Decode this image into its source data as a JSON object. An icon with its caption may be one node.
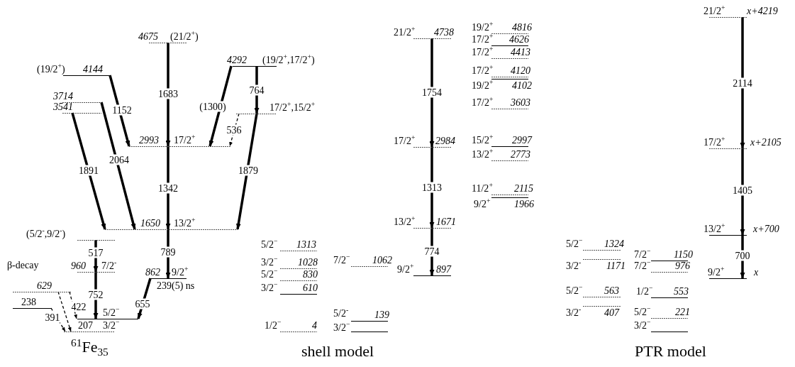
{
  "diagram": {
    "nodes": [
      {
        "text": [
          "4675",
          "(21/2$^{+}$)"
        ]
      },
      {
        "text": [
          "(19/2$^{+}$)",
          "4144"
        ]
      },
      {
        "text": [
          "4292",
          "(19/2$^{+}$,17/2$^{+}$)"
        ]
      },
      {
        "text": [
          "3714"
        ]
      },
      {
        "text": [
          "3541"
        ]
      },
      {
        "text": [
          "17/2$^{+}$,15/2$^{+}$"
        ]
      },
      {
        "text": [
          "2993",
          "17/2$^{+}$"
        ]
      },
      {
        "text": [
          "1650",
          "13/2$^{+}$"
        ]
      },
      {
        "text": [
          "(5/2$^{-}$,9/2$^{-}$)"
        ]
      },
      {
        "text": [
          "960",
          "7/2$^{-}$"
        ]
      },
      {
        "text": [
          "862",
          "9/2$^{+}$",
          "239(5) ns"
        ]
      },
      {
        "text": [
          "629"
        ]
      },
      {
        "text": [
          "238"
        ]
      },
      {
        "text": [
          "5/2$^{−}$"
        ]
      },
      {
        "text": [
          "207",
          "3/2$^{−}$"
        ]
      },
      {
        "text": [
          "5/2$^{−}$",
          "1313"
        ]
      },
      {
        "text": [
          "3/2$^{−}$",
          "1028"
        ]
      },
      {
        "text": [
          "5/2$^{−}$",
          "830"
        ]
      },
      {
        "text": [
          "3/2$^{−}$",
          "610"
        ]
      },
      {
        "text": [
          "1/2$^{−}$",
          "4"
        ]
      },
      {
        "text": [
          "7/2$^{−}$",
          "1062"
        ]
      },
      {
        "text": [
          "5/2$^{-}$",
          "139"
        ]
      },
      {
        "text": [
          "3/2$^{−}$"
        ]
      },
      {
        "text": [
          "21/2$^{+}$",
          "4738"
        ]
      },
      {
        "text": [
          "17/2$^{+}$",
          "2984"
        ]
      },
      {
        "text": [
          "13/2$^{+}$",
          "1671"
        ]
      },
      {
        "text": [
          "9/2$^{+}$",
          "897"
        ]
      },
      {
        "text": [
          "19/2$^{+}$",
          "4816"
        ]
      },
      {
        "text": [
          "17/2$^{+}$",
          "4626"
        ]
      },
      {
        "text": [
          "17/2$^{+}$",
          "4413"
        ]
      },
      {
        "text": [
          "17/2$^{+}$",
          "4120"
        ]
      },
      {
        "text": [
          "19/2$^{+}$",
          "4102"
        ]
      },
      {
        "text": [
          "17/2$^{+}$",
          "3603"
        ]
      },
      {
        "text": [
          "15/2$^{+}$",
          "2997"
        ]
      },
      {
        "text": [
          "13/2$^{+}$",
          "2773"
        ]
      },
      {
        "text": [
          "11/2$^{+}$",
          "2115"
        ]
      },
      {
        "text": [
          "9/2$^{+}$",
          "1966"
        ]
      },
      {
        "text": [
          "21/2$^{+}$",
          "x+4219"
        ]
      },
      {
        "text": [
          "17/2$^{+}$",
          "x+2105"
        ]
      },
      {
        "text": [
          "13/2$^{+}$",
          "x+700"
        ]
      },
      {
        "text": [
          "9/2$^{+}$",
          "x"
        ]
      },
      {
        "text": [
          "5/2$^{−}$",
          "1324"
        ]
      },
      {
        "text": [
          "3/2$^{-}$",
          "1171"
        ]
      },
      {
        "text": [
          "5/2$^{−}$",
          "563"
        ]
      },
      {
        "text": [
          "3/2$^{-}$",
          "407"
        ]
      },
      {
        "text": [
          "7/2$^{−}$",
          "1150"
        ]
      },
      {
        "text": [
          "7/2$^{−}$",
          "976"
        ]
      },
      {
        "text": [
          "1/2$^{−}$",
          "553"
        ]
      },
      {
        "text": [
          "5/2$^{−}$",
          "221"
        ]
      },
      {
        "text": [
          "3/2$^{−}$"
        ]
      }
    ],
    "edges": [
      {
        "from": 0,
        "to": 6,
        "arrow": "to",
        "label": "1683"
      },
      {
        "from": 1,
        "to": 6,
        "arrow": "to",
        "label": "1152"
      },
      {
        "from": 2,
        "to": 6,
        "arrow": "to",
        "label": "(1300)"
      },
      {
        "from": 2,
        "to": 5,
        "arrow": "to",
        "label": "764"
      },
      {
        "from": 5,
        "to": 6,
        "arrow": "to",
        "label": "536",
        "style": "dashed"
      },
      {
        "from": 3,
        "to": 7,
        "arrow": "to",
        "label": "2064"
      },
      {
        "from": 4,
        "to": 7,
        "arrow": "to",
        "label": "1891"
      },
      {
        "from": 6,
        "to": 7,
        "arrow": "to",
        "label": "1342"
      },
      {
        "from": 5,
        "to": 7,
        "arrow": "to",
        "label": "1879"
      },
      {
        "from": 7,
        "to": 10,
        "arrow": "to",
        "label": "789"
      },
      {
        "from": 8,
        "to": 9,
        "arrow": "to",
        "label": "517"
      },
      {
        "from": 9,
        "to": 13,
        "arrow": "to",
        "label": "752"
      },
      {
        "from": 10,
        "to": 13,
        "arrow": "to",
        "label": "655"
      },
      {
        "from": 11,
        "to": 13,
        "arrow": "to",
        "label": "422",
        "style": "dashed"
      },
      {
        "from": 12,
        "to": 14,
        "arrow": "to",
        "label": "391",
        "style": "dashed"
      },
      {
        "from": 11,
        "to": 14,
        "arrow": "to",
        "style": "dashed"
      },
      {
        "from": 23,
        "to": 24,
        "arrow": "to",
        "label": "1754"
      },
      {
        "from": 24,
        "to": 25,
        "arrow": "to",
        "label": "1313"
      },
      {
        "from": 25,
        "to": 26,
        "arrow": "to",
        "label": "774"
      },
      {
        "from": 37,
        "to": 38,
        "arrow": "to",
        "label": "2114"
      },
      {
        "from": 38,
        "to": 39,
        "arrow": "to",
        "label": "1405"
      },
      {
        "from": 39,
        "to": 40,
        "arrow": "to",
        "label": "700"
      }
    ],
    "labels": [
      "β-decay",
      "$^{61}$Fe$_{35}$",
      "shell model",
      "PTR model"
    ]
  }
}
